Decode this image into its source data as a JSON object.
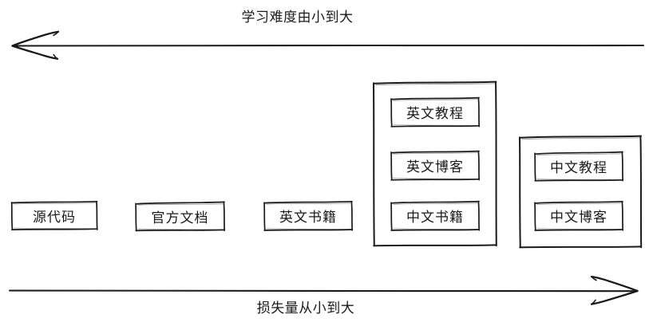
{
  "diagram": {
    "title_top": "学习难度由小到大",
    "title_bottom": "损失量从小到大",
    "style": "hand-drawn",
    "stroke_color": "#1a1a1a",
    "background_color": "#ffffff",
    "top_axis": {
      "label": "学习难度由小到大",
      "direction": "left",
      "arrow_name": "left-arrow"
    },
    "bottom_axis": {
      "label": "损失量从小到大",
      "direction": "right",
      "arrow_name": "right-arrow"
    },
    "columns": [
      {
        "id": "col-1",
        "grouped": false,
        "items": [
          {
            "label": "源代码"
          }
        ]
      },
      {
        "id": "col-2",
        "grouped": false,
        "items": [
          {
            "label": "官方文档"
          }
        ]
      },
      {
        "id": "col-3",
        "grouped": false,
        "items": [
          {
            "label": "英文书籍"
          }
        ]
      },
      {
        "id": "col-4",
        "grouped": true,
        "items": [
          {
            "label": "英文教程"
          },
          {
            "label": "英文博客"
          },
          {
            "label": "中文书籍"
          }
        ]
      },
      {
        "id": "col-5",
        "grouped": true,
        "items": [
          {
            "label": "中文教程"
          },
          {
            "label": "中文博客"
          }
        ]
      }
    ]
  }
}
